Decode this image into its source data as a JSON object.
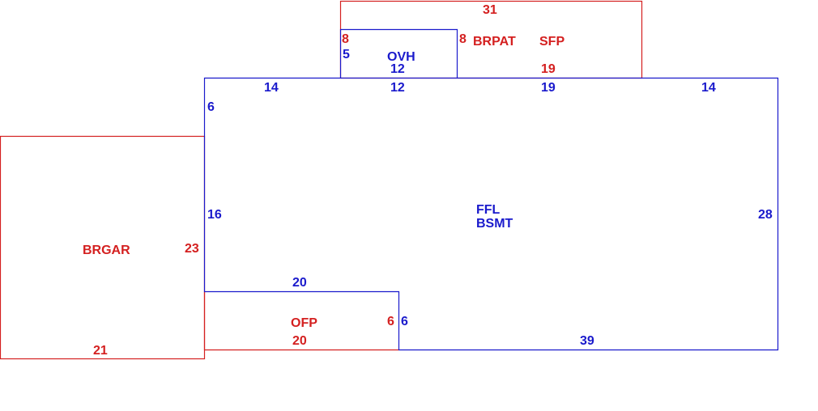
{
  "colors": {
    "main": "#1a1acc",
    "attached": "#d42020",
    "background": "#ffffff"
  },
  "areas": {
    "main": {
      "code": "FFL",
      "sub": "BSMT"
    },
    "garage": {
      "code": "BRGAR"
    },
    "porch": {
      "code": "OFP"
    },
    "patio": {
      "code": "BRPAT",
      "sub": "SFP"
    },
    "overhang": {
      "code": "OVH"
    }
  },
  "dimensions": {
    "patio_top": "31",
    "patio_bottom": "19",
    "patio_left": "8",
    "patio_right": "8",
    "ovh_left": "5",
    "ovh_bottom": "12",
    "main_top_left": "14",
    "main_top_ovh": "12",
    "main_top_patio": "19",
    "main_top_right": "14",
    "main_left_upper": "6",
    "main_left_middle": "16",
    "main_right": "28",
    "main_bottom": "39",
    "main_porch_top": "20",
    "main_porch_right": "6",
    "garage_right": "23",
    "garage_bottom": "21",
    "porch_bottom": "20",
    "porch_right": "6"
  }
}
